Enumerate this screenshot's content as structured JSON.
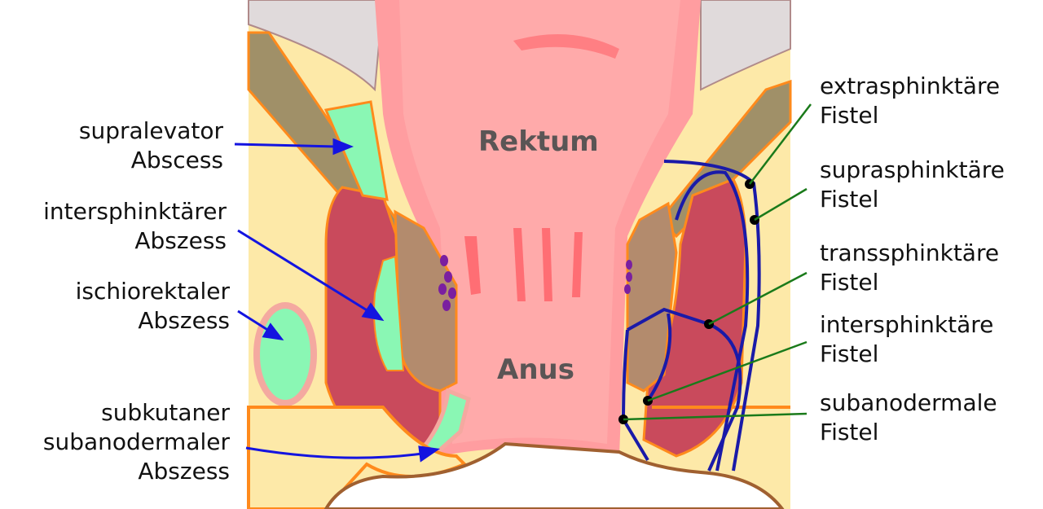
{
  "left_labels": [
    {
      "line1": "supralevator",
      "line2": "Abscess"
    },
    {
      "line1": "intersphinktärer",
      "line2": "Abszess"
    },
    {
      "line1": "ischiorektaler",
      "line2": "Abszess"
    },
    {
      "line1": "subkutaner",
      "line2": "subanodermaler",
      "line3": "Abszess"
    }
  ],
  "right_labels": [
    {
      "line1": "extrasphinktäre",
      "line2": "Fistel"
    },
    {
      "line1": "suprasphinktäre",
      "line2": "Fistel"
    },
    {
      "line1": "transsphinktäre",
      "line2": "Fistel"
    },
    {
      "line1": "intersphinktäre",
      "line2": "Fistel"
    },
    {
      "line1": "subanodermale",
      "line2": "Fistel"
    }
  ],
  "organs": {
    "rectum": "Rektum",
    "anus": "Anus"
  },
  "colors": {
    "fat": "#fde9a8",
    "muscle": "#c94a5c",
    "abscess": "#8af7b4",
    "mucosa": "#ffaaaa",
    "fistula": "#1a1aa8",
    "pointer_abscess": "#1414e0",
    "pointer_fistula": "#1a7a1a"
  }
}
